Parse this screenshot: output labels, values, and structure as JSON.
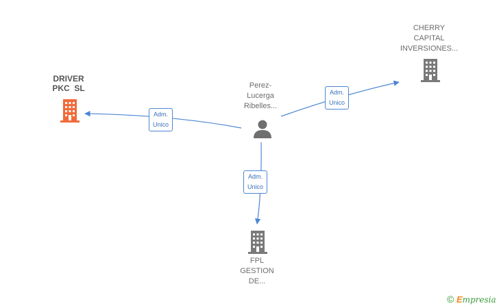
{
  "center": {
    "lines": [
      "Perez-",
      "Lucerga",
      "Ribelles..."
    ]
  },
  "nodes": {
    "driver": {
      "lines": [
        "DRIVER",
        "PKC  SL"
      ],
      "color": "#f26a3a"
    },
    "cherry": {
      "lines": [
        "CHERRY",
        "CAPITAL",
        "INVERSIONES..."
      ],
      "color": "#7a7a7a"
    },
    "fpl": {
      "lines": [
        "FPL",
        "GESTION",
        "DE..."
      ],
      "color": "#7a7a7a"
    }
  },
  "edges": {
    "driver": {
      "lines": [
        "Adm.",
        "Unico"
      ]
    },
    "cherry": {
      "lines": [
        "Adm.",
        "Unico"
      ]
    },
    "fpl": {
      "lines": [
        "Adm.",
        "Unico"
      ]
    }
  },
  "colors": {
    "edge": "#4a86d4",
    "person": "#6f6f6f"
  },
  "brand": {
    "copyright": "©",
    "e": "E",
    "rest": "mpresia"
  }
}
